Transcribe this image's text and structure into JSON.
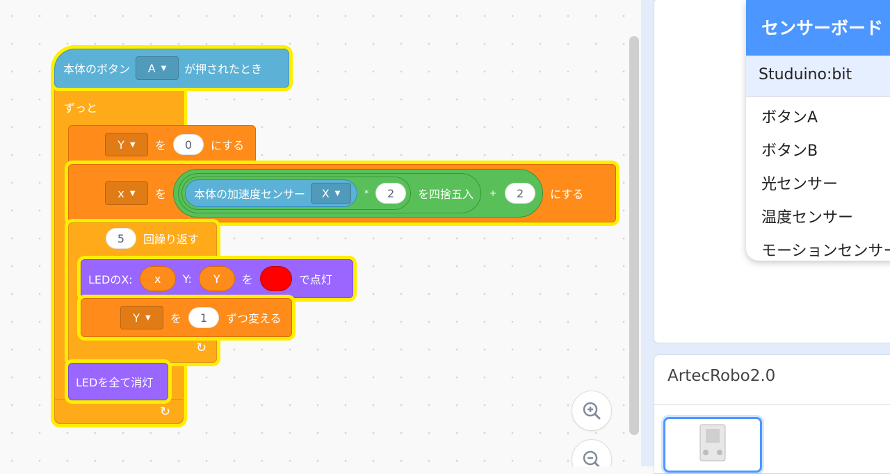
{
  "workspace": {
    "hat": {
      "prefix": "本体のボタン",
      "button": "A",
      "suffix": "が押されたとき"
    },
    "forever": {
      "label": "ずっと"
    },
    "setY": {
      "var": "Y",
      "to": "を",
      "value": "0",
      "suffix": "にする"
    },
    "setX": {
      "var": "x",
      "to": "を",
      "sensor": "本体の加速度センサー",
      "axis": "X",
      "mul": "*",
      "mul_value": "2",
      "round": "を四捨五入",
      "plus": "+",
      "plus_value": "2",
      "suffix": "にする"
    },
    "repeat": {
      "count": "5",
      "label": "回繰り返す"
    },
    "led": {
      "prefix": "LEDのX:",
      "x": "x",
      "ylabel": "Y:",
      "y": "Y",
      "wo": "を",
      "suffix": "で点灯",
      "color": "#ff0000"
    },
    "changeY": {
      "var": "Y",
      "wo": "を",
      "value": "1",
      "suffix": "ずつ変える"
    },
    "ledOff": {
      "label": "LEDを全て消灯"
    },
    "loop_arrow": "↻",
    "zoom_in": "+",
    "zoom_out": "−"
  },
  "popup": {
    "header": "センサーボード",
    "selected": "Studuino:bit",
    "items": [
      "ボタンA",
      "ボタンB",
      "光センサー",
      "温度センサー",
      "モーションセンサー"
    ]
  },
  "extension": {
    "title": "ArtecRobo2.0"
  }
}
